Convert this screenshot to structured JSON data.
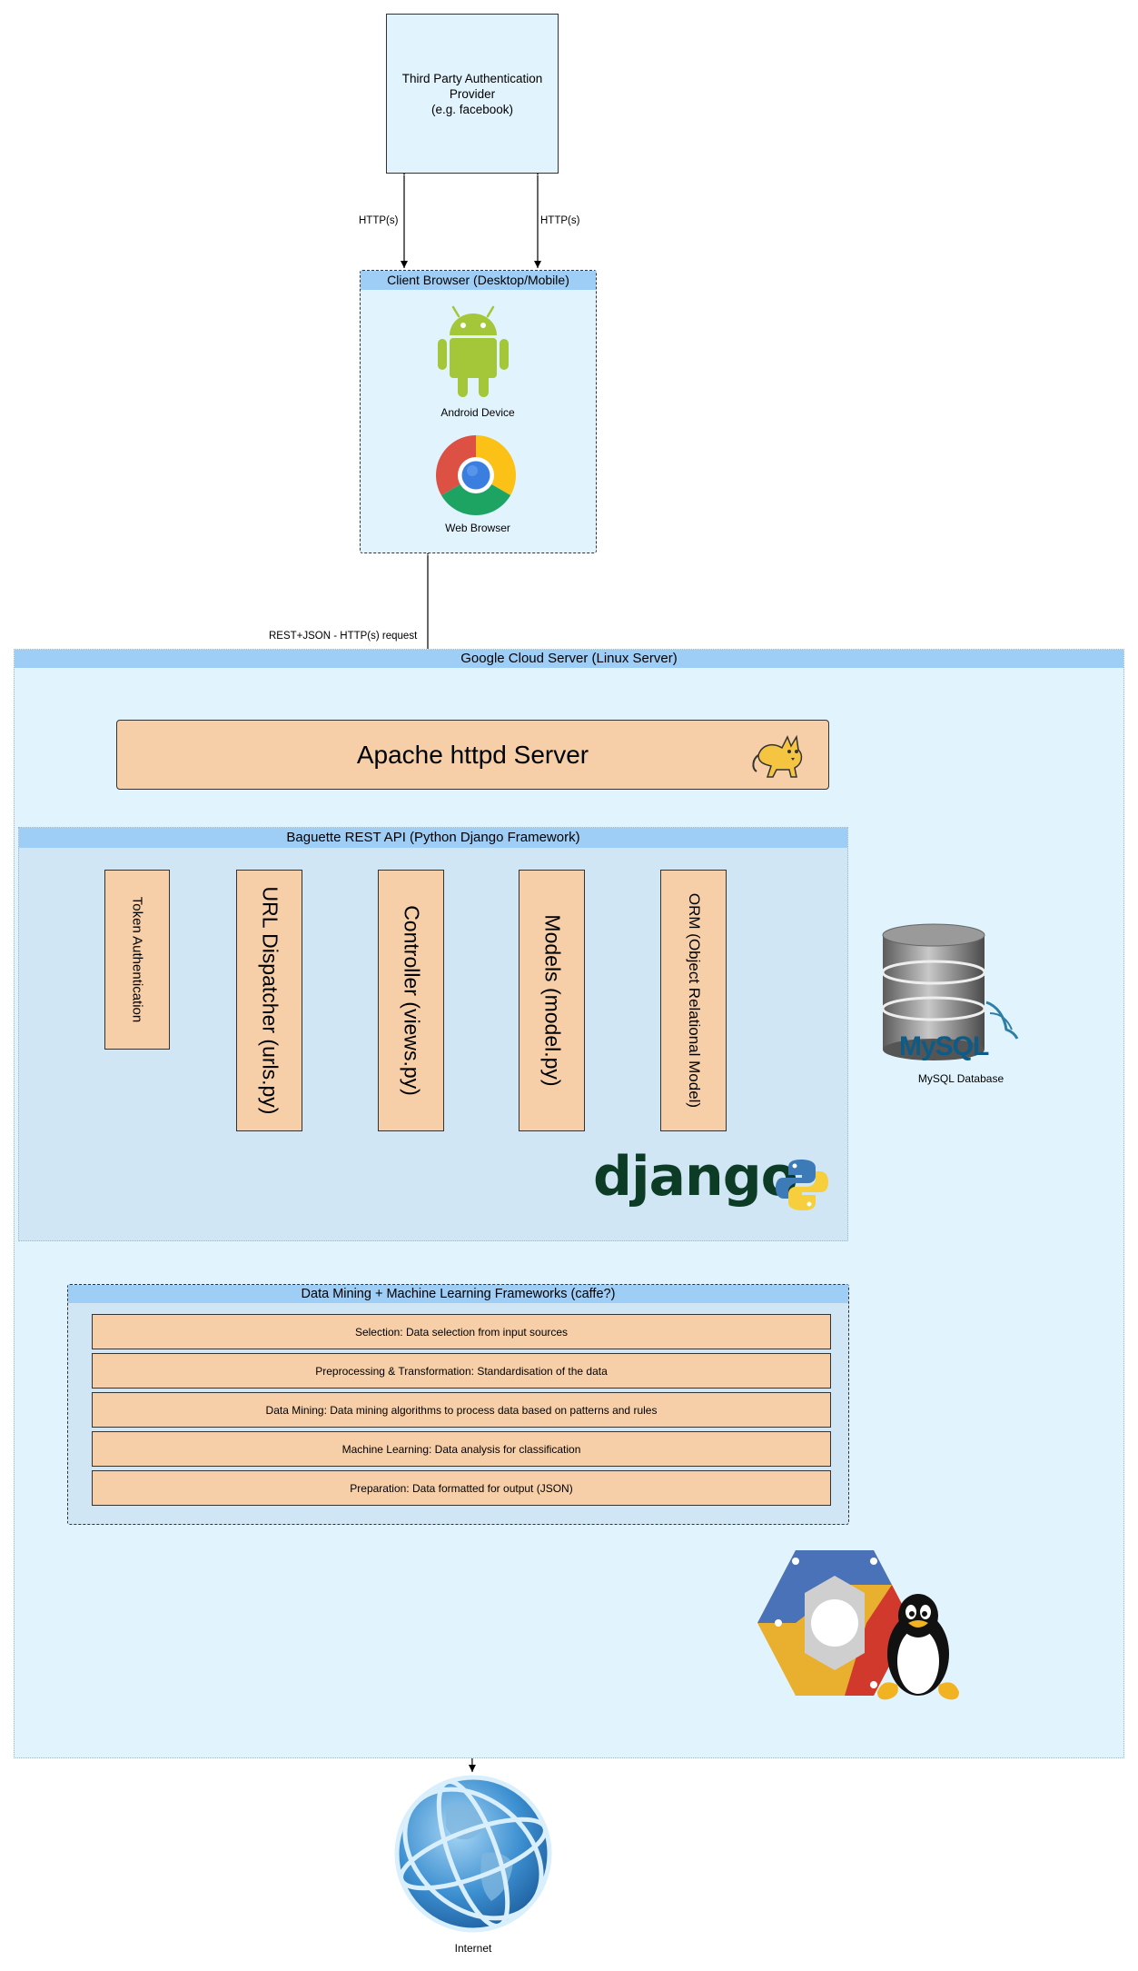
{
  "third_party": {
    "line1": "Third Party Authentication",
    "line2": "Provider",
    "line3": "(e.g. facebook)"
  },
  "edges": {
    "http_left": "HTTP(s)",
    "http_right": "HTTP(s)",
    "rest_request": "REST+JSON - HTTP(s) request"
  },
  "client": {
    "title": "Client Browser (Desktop/Mobile)",
    "android_label": "Android Device",
    "browser_label": "Web Browser"
  },
  "server": {
    "title": "Google Cloud Server (Linux Server)",
    "apache_label": "Apache httpd Server"
  },
  "django_group": {
    "title": "Baguette REST API (Python Django Framework)",
    "components": [
      "Token Authentication",
      "URL Dispatcher (urls.py)",
      "Controller (views.py)",
      "Models (model.py)",
      "ORM (Object Relational Model)"
    ],
    "logo_text": "django"
  },
  "database": {
    "logo_text": "MySQL",
    "label": "MySQL Database"
  },
  "data_mining": {
    "title": "Data Mining + Machine Learning Frameworks (caffe?)",
    "steps": [
      "Selection: Data selection from input sources",
      "Preprocessing & Transformation: Standardisation of the data",
      "Data Mining: Data mining algorithms to process data based on patterns and rules",
      "Machine Learning: Data analysis for classification",
      "Preparation: Data formatted for output (JSON)"
    ]
  },
  "internet": {
    "label": "Internet"
  },
  "colors": {
    "light_blue_fill": "#e1f4fd",
    "group_header": "#9ecdf5",
    "django_fill": "#d0e6f4",
    "component_fill": "#f6cfa9"
  },
  "icons": [
    "android-icon",
    "chrome-icon",
    "tomcat-icon",
    "database-icon",
    "django-logo",
    "python-icon",
    "google-cloud-icon",
    "tux-icon",
    "globe-icon"
  ]
}
